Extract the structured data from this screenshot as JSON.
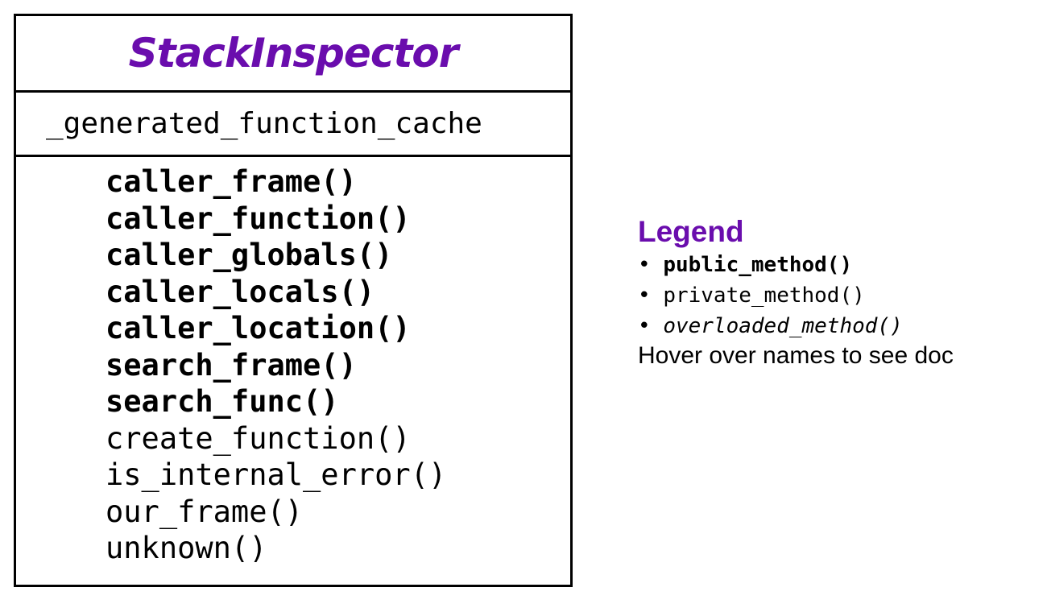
{
  "colors": {
    "title": "#6a0dad",
    "text": "#000000",
    "border": "#000000"
  },
  "class_box": {
    "name": "StackInspector",
    "attributes": [
      "_generated_function_cache"
    ],
    "methods": [
      {
        "label": "caller_frame()",
        "kind": "public"
      },
      {
        "label": "caller_function()",
        "kind": "public"
      },
      {
        "label": "caller_globals()",
        "kind": "public"
      },
      {
        "label": "caller_locals()",
        "kind": "public"
      },
      {
        "label": "caller_location()",
        "kind": "public"
      },
      {
        "label": "search_frame()",
        "kind": "public"
      },
      {
        "label": "search_func()",
        "kind": "public"
      },
      {
        "label": "create_function()",
        "kind": "private"
      },
      {
        "label": "is_internal_error()",
        "kind": "private"
      },
      {
        "label": "our_frame()",
        "kind": "private"
      },
      {
        "label": "unknown()",
        "kind": "private"
      }
    ]
  },
  "legend": {
    "title": "Legend",
    "bullet": "•",
    "items": [
      {
        "label": "public_method()",
        "style": "bold"
      },
      {
        "label": "private_method()",
        "style": "normal"
      },
      {
        "label": "overloaded_method()",
        "style": "italic"
      }
    ],
    "note": "Hover over names to see doc"
  }
}
